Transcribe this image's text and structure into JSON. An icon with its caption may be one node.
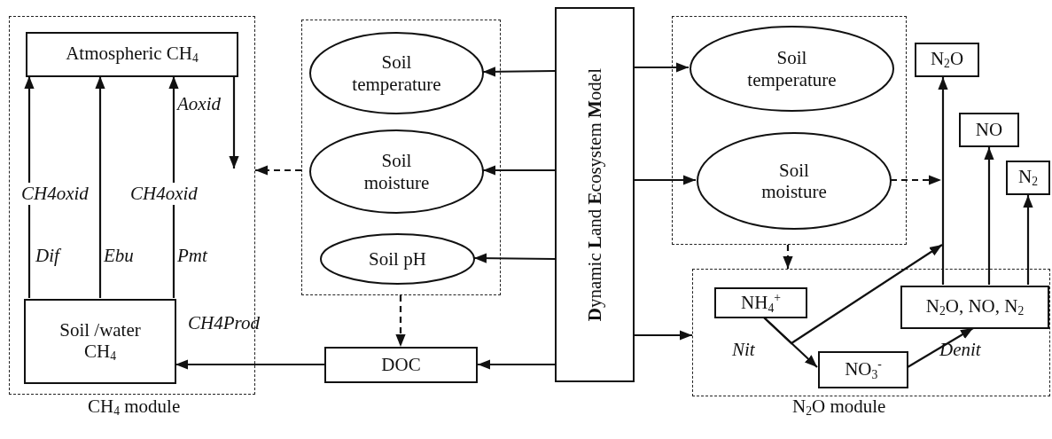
{
  "diagram": {
    "nodes": [
      {
        "text": [
          "CH$_{4}$ module"
        ]
      },
      {
        "text": [
          "Atmospheric CH$_{4}$"
        ],
        "in": 0
      },
      {
        "text": [
          "Soil /water CH$_{4}$"
        ],
        "in": 0
      },
      {
        "text": [],
        "shape": "box"
      },
      {
        "text": [
          "Soil temperature"
        ],
        "in": 3
      },
      {
        "text": [
          "Soil moisture"
        ],
        "in": 3
      },
      {
        "text": [
          "Soil pH"
        ],
        "in": 3
      },
      {
        "text": [
          "DOC"
        ]
      },
      {
        "text": [
          "**D**ynamic **L**and **E**cosystem **M**odel"
        ]
      },
      {
        "text": [],
        "shape": "box"
      },
      {
        "text": [
          "Soil temperature"
        ],
        "in": 9
      },
      {
        "text": [
          "Soil moisture"
        ],
        "in": 9
      },
      {
        "text": [
          "N$_{2}$O module"
        ]
      },
      {
        "text": [
          "NH$_{4}$$^{+}$"
        ],
        "in": 12
      },
      {
        "text": [
          "NO$_{3}$$^{-}$"
        ],
        "in": 12
      },
      {
        "text": [
          "N$_{2}$O, NO, N$_{2}$"
        ],
        "in": 12
      },
      {
        "text": [
          "N$_{2}$O"
        ]
      },
      {
        "text": [
          "NO"
        ]
      },
      {
        "text": [
          "N$_{2}$"
        ]
      }
    ],
    "edges": [
      {
        "from": 2,
        "to": 1,
        "arrow": "to",
        "label": "Dif"
      },
      {
        "from": 2,
        "to": 1,
        "arrow": "to",
        "label": "Ebu"
      },
      {
        "from": 2,
        "to": 1,
        "arrow": "to",
        "label": "Pmt"
      },
      {
        "from": 1,
        "to": null,
        "arrow": "to",
        "label": "Aoxid"
      },
      {
        "from": 3,
        "to": 0,
        "arrow": "to",
        "style": "dashed"
      },
      {
        "from": 8,
        "to": 4,
        "arrow": "to"
      },
      {
        "from": 8,
        "to": 5,
        "arrow": "to"
      },
      {
        "from": 8,
        "to": 6,
        "arrow": "to"
      },
      {
        "from": 8,
        "to": 7,
        "arrow": "to"
      },
      {
        "from": 3,
        "to": 7,
        "arrow": "to",
        "style": "dashed"
      },
      {
        "from": 7,
        "to": 2,
        "arrow": "to",
        "label": "CH4Prod"
      },
      {
        "from": 8,
        "to": 10,
        "arrow": "to"
      },
      {
        "from": 8,
        "to": 11,
        "arrow": "to"
      },
      {
        "from": 8,
        "to": 12,
        "arrow": "to"
      },
      {
        "from": 11,
        "to": null,
        "arrow": "to",
        "style": "dashed"
      },
      {
        "from": 9,
        "to": 12,
        "arrow": "to",
        "style": "dashed"
      },
      {
        "from": 13,
        "to": 14,
        "arrow": "to",
        "label": "Nit"
      },
      {
        "from": 13,
        "to": null,
        "arrow": "to"
      },
      {
        "from": 14,
        "to": 15,
        "arrow": "to",
        "label": "Denit"
      },
      {
        "from": 15,
        "to": 16,
        "arrow": "to"
      },
      {
        "from": 15,
        "to": 17,
        "arrow": "to"
      },
      {
        "from": 15,
        "to": 18,
        "arrow": "to"
      }
    ],
    "labels": [
      "CH4oxid",
      "CH4oxid"
    ]
  }
}
